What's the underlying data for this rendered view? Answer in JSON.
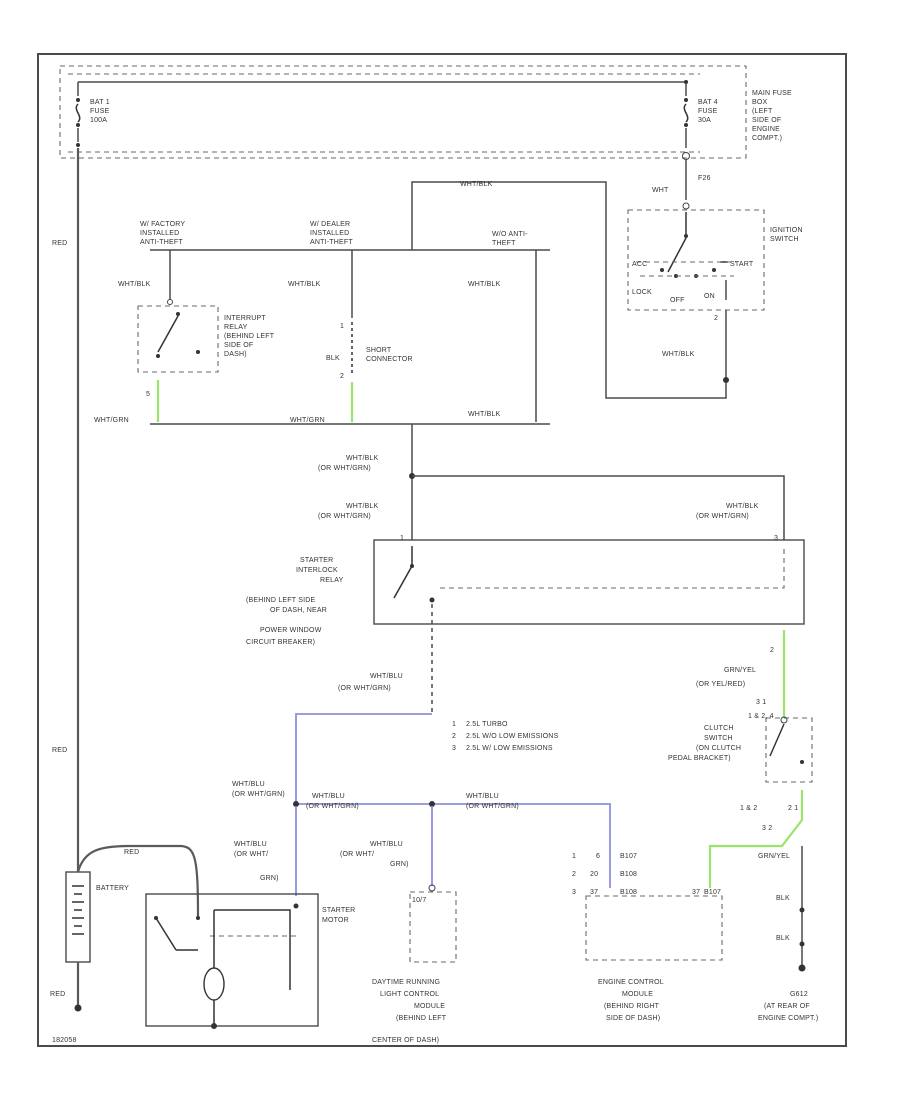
{
  "colors": {
    "blue_wire": "#8f8fdc",
    "green_wire": "#9be36a",
    "wire": "#4a4a4a"
  },
  "fuse_box": {
    "title": [
      "MAIN FUSE",
      "BOX",
      "(LEFT",
      "SIDE OF",
      "ENGINE",
      "COMPT.)"
    ],
    "fuse_left": [
      "BAT 1",
      "FUSE",
      "100A"
    ],
    "fuse_right": [
      "BAT 4",
      "FUSE",
      "30A"
    ],
    "terminal": "F26"
  },
  "ignition_switch": {
    "title": [
      "IGNITION",
      "SWITCH"
    ],
    "positions": {
      "acc": "ACC",
      "start": "START",
      "lock": "LOCK",
      "off": "OFF",
      "on": "ON"
    },
    "input_wire": "WHT",
    "terminal": "2",
    "output_wire": "WHT/BLK"
  },
  "wires": {
    "top_crossover": "WHT/BLK",
    "red_left": "RED",
    "red_lower": "RED",
    "red_battery_top": "RED",
    "red_battery_bottom": "RED",
    "wht_blk_factory": "WHT/BLK",
    "wht_blk_dealer": "WHT/BLK",
    "wht_blk_right": "WHT/BLK",
    "wht_grn_left": "WHT/GRN",
    "wht_grn_mid": "WHT/GRN",
    "wht_blk_bus": "WHT/BLK",
    "blk_short": "BLK"
  },
  "options": {
    "factory": [
      "W/ FACTORY",
      "INSTALLED",
      "ANTI-THEFT"
    ],
    "dealer": [
      "W/ DEALER",
      "INSTALLED",
      "ANTI-THEFT"
    ],
    "none": [
      "W/O ANTI-",
      "THEFT"
    ]
  },
  "interrupt_relay": {
    "label": [
      "INTERRUPT",
      "RELAY",
      "(BEHIND LEFT",
      "SIDE OF",
      "DASH)"
    ],
    "pin": "5"
  },
  "short_connector": {
    "label": [
      "SHORT",
      "CONNECTOR"
    ],
    "pin_top": "1",
    "pin_bottom": "2"
  },
  "splice_labels": {
    "top": [
      "WHT/BLK",
      "(OR WHT/GRN)"
    ],
    "left": [
      "WHT/BLK",
      "(OR WHT/GRN)"
    ],
    "right": [
      "WHT/BLK",
      "(OR WHT/GRN)"
    ]
  },
  "starter_relay": {
    "label": [
      "STARTER",
      "INTERLOCK",
      "RELAY",
      "(BEHIND LEFT SIDE",
      "OF DASH, NEAR",
      "POWER WINDOW",
      "CIRCUIT BREAKER)"
    ],
    "pin_left": "1",
    "pin_right": "3"
  },
  "relay_output": [
    "WHT/BLU",
    "(OR WHT/GRN)"
  ],
  "legend": [
    {
      "num": "1",
      "text": "2.5L TURBO"
    },
    {
      "num": "2",
      "text": "2.5L W/O LOW EMISSIONS"
    },
    {
      "num": "3",
      "text": "2.5L W/ LOW EMISSIONS"
    }
  ],
  "gry_yel": {
    "pin": "2",
    "label": [
      "GRN/YEL",
      "(OR YEL/RED)"
    ]
  },
  "clutch_switch": {
    "label": [
      "CLUTCH",
      "SWITCH",
      "(ON CLUTCH",
      "PEDAL BRACKET)"
    ],
    "pins_top": "3 1",
    "pins_mid": "1 & 2, 4",
    "pins_bottom": "1 & 2",
    "pins_bottom2": "2 1",
    "pins_bottom3": "3 2"
  },
  "blu_labels": {
    "left": [
      "WHT/BLU",
      "(OR WHT/GRN)"
    ],
    "mid": [
      "WHT/BLU",
      "(OR WHT/GRN)"
    ],
    "right": [
      "WHT/BLU",
      "(OR WHT/GRN)"
    ],
    "starter_feed": [
      "WHT/BLU",
      "(OR WHT/",
      "GRN)"
    ],
    "drl_feed": [
      "WHT/BLU",
      "(OR WHT/",
      "GRN)"
    ]
  },
  "ecm_pins": [
    {
      "opt": "1",
      "pin": "6",
      "term": "B107"
    },
    {
      "opt": "2",
      "pin": "20",
      "term": "B108"
    },
    {
      "opt": "3",
      "pin": "37",
      "term": "B108"
    }
  ],
  "ecm_grn_label": "GRN/YEL",
  "ecm_right_term": "37",
  "ecm_right_term2": "B107",
  "battery": {
    "label": "BATTERY"
  },
  "starter_motor": {
    "label": [
      "STARTER",
      "MOTOR"
    ]
  },
  "drl_module": {
    "pin": "10/7",
    "label": [
      "DAYTIME RUNNING",
      "LIGHT CONTROL",
      "MODULE",
      "(BEHIND LEFT",
      "CENTER OF DASH)"
    ]
  },
  "ecm": {
    "label": [
      "ENGINE CONTROL",
      "MODULE",
      "(BEHIND RIGHT",
      "SIDE OF DASH)"
    ]
  },
  "ground": {
    "wire_top": "BLK",
    "wire_bottom": "BLK",
    "label": [
      "G612",
      "(AT REAR OF",
      "ENGINE COMPT.)"
    ]
  },
  "diagram_id": "182058"
}
